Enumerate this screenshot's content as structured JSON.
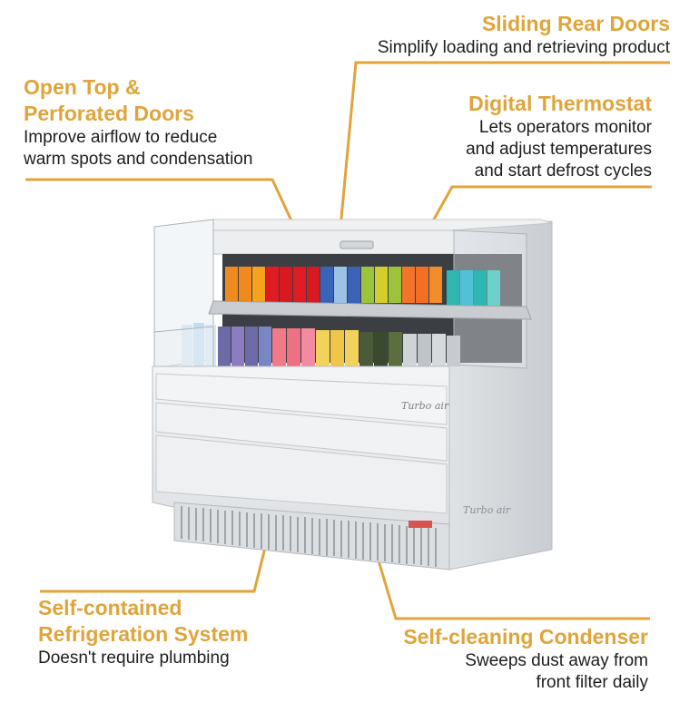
{
  "colors": {
    "accent": "#e0a43a",
    "text": "#1d1d1d",
    "cabinet": "#e8eaec"
  },
  "callouts": {
    "sliding_rear_doors": {
      "title": "Sliding Rear Doors",
      "desc": "Simplify loading and retrieving product"
    },
    "open_top": {
      "title": "Open Top &\nPerforated Doors",
      "desc": "Improve airflow to reduce\nwarm spots and condensation"
    },
    "digital_thermostat": {
      "title": "Digital Thermostat",
      "desc": "Lets operators monitor\nand adjust temperatures\nand start defrost cycles"
    },
    "self_contained": {
      "title": "Self-contained\nRefrigeration System",
      "desc": "Doesn't require plumbing"
    },
    "self_cleaning": {
      "title": "Self-cleaning Condenser",
      "desc": "Sweeps dust away from\nfront filter daily"
    }
  },
  "product": {
    "brand_logo": "Turbo air",
    "brand_logo_side": "Turbo air",
    "icons": [
      "refrigerated-merchandiser-image"
    ]
  }
}
